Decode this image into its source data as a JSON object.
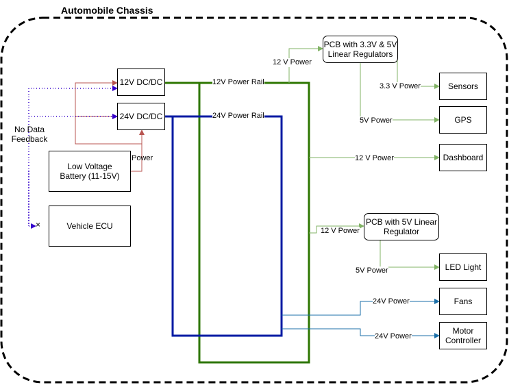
{
  "diagram": {
    "container_label": "Automobile Chassis",
    "nodes": {
      "dcdc12": "12V DC/DC",
      "dcdc24": "24V DC/DC",
      "battery": "Low Voltage\nBattery (11-15V)",
      "ecu": "Vehicle ECU",
      "pcb_33_5": "PCB with 3.3V & 5V\nLinear Regulators",
      "sensors": "Sensors",
      "gps": "GPS",
      "dashboard": "Dashboard",
      "pcb_5": "PCB with 5V Linear\nRegulator",
      "led": "LED Light",
      "fans": "Fans",
      "motor": "Motor\nController"
    },
    "edge_labels": {
      "no_data_feedback": "No Data\nFeedback",
      "battery_power": "Power",
      "rail_12v": "12V Power Rail",
      "rail_24v": "24V Power Rail",
      "pcb1_in": "12 V Power",
      "sensors_in": "3.3 V Power",
      "gps_in": "5V Power",
      "dashboard_in": "12 V Power",
      "pcb2_in": "12 V Power",
      "led_in": "5V Power",
      "fans_in": "24V Power",
      "motor_in": "24V Power"
    },
    "colors": {
      "rail_12v": "#2d7600",
      "rail_24v": "#001aa3",
      "power_feed": "#b85450",
      "signal": "#3300cc",
      "green_links": "#82b366",
      "blue_links": "#1b6fa8",
      "container_border": "#000000"
    },
    "icons": {
      "ecu_terminator": "cross-icon"
    }
  }
}
